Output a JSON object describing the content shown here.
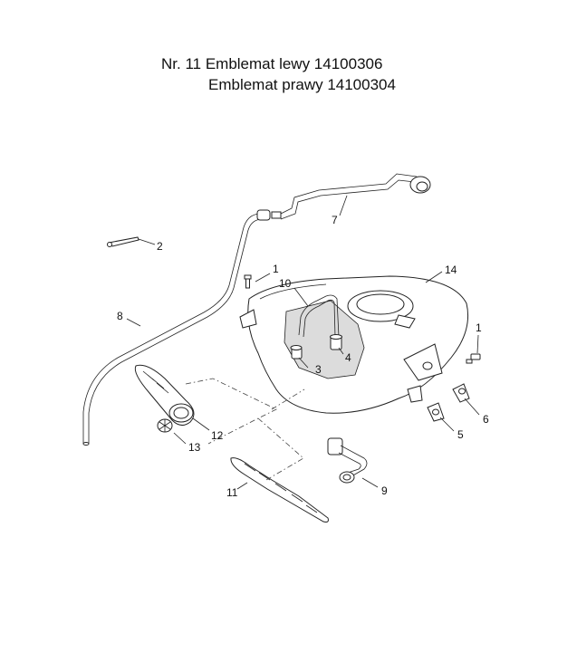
{
  "title": {
    "line1": "Nr. 11 Emblemat lewy 14100306",
    "line2": "Emblemat prawy 14100304"
  },
  "callouts": [
    {
      "id": "c1a",
      "text": "1"
    },
    {
      "id": "c2",
      "text": "2"
    },
    {
      "id": "c3",
      "text": "3"
    },
    {
      "id": "c4",
      "text": "4"
    },
    {
      "id": "c5",
      "text": "5"
    },
    {
      "id": "c6",
      "text": "6"
    },
    {
      "id": "c7",
      "text": "7"
    },
    {
      "id": "c8",
      "text": "8"
    },
    {
      "id": "c9",
      "text": "9"
    },
    {
      "id": "c10",
      "text": "10"
    },
    {
      "id": "c11",
      "text": "11"
    },
    {
      "id": "c12",
      "text": "12"
    },
    {
      "id": "c13",
      "text": "13"
    },
    {
      "id": "c14",
      "text": "14"
    },
    {
      "id": "c1b",
      "text": "1"
    }
  ],
  "colors": {
    "line": "#222222",
    "fill": "#ffffff",
    "shade": "#dcdcdc",
    "text": "#111111"
  }
}
